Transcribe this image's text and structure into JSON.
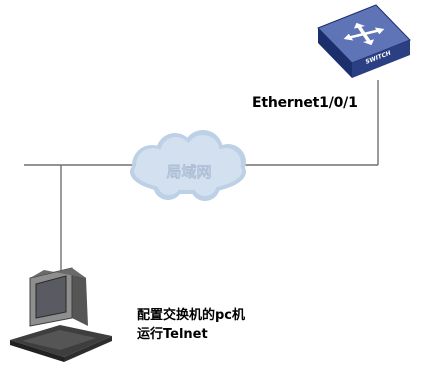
{
  "network": {
    "cloud_label": "局域网"
  },
  "switch": {
    "face_text": "SWITCH",
    "port_label": "Ethernet1/0/1"
  },
  "pc": {
    "line1": "配置交换机的pc机",
    "line2": "运行Telnet"
  },
  "colors": {
    "line": "#707070",
    "cloud_fill": "#d3e0ef",
    "cloud_edge": "#bcd0e6",
    "cloud_text": "#ffffff",
    "switch_top": "#5f73b7",
    "switch_front": "#1c2f6d",
    "switch_side": "#2b3f83",
    "pc_dark": "#3e3e3e",
    "pc_mid": "#8e8e8e",
    "pc_screen": "#5a5a62"
  },
  "icons": [
    "switch-icon",
    "cloud-icon",
    "pc-icon"
  ]
}
